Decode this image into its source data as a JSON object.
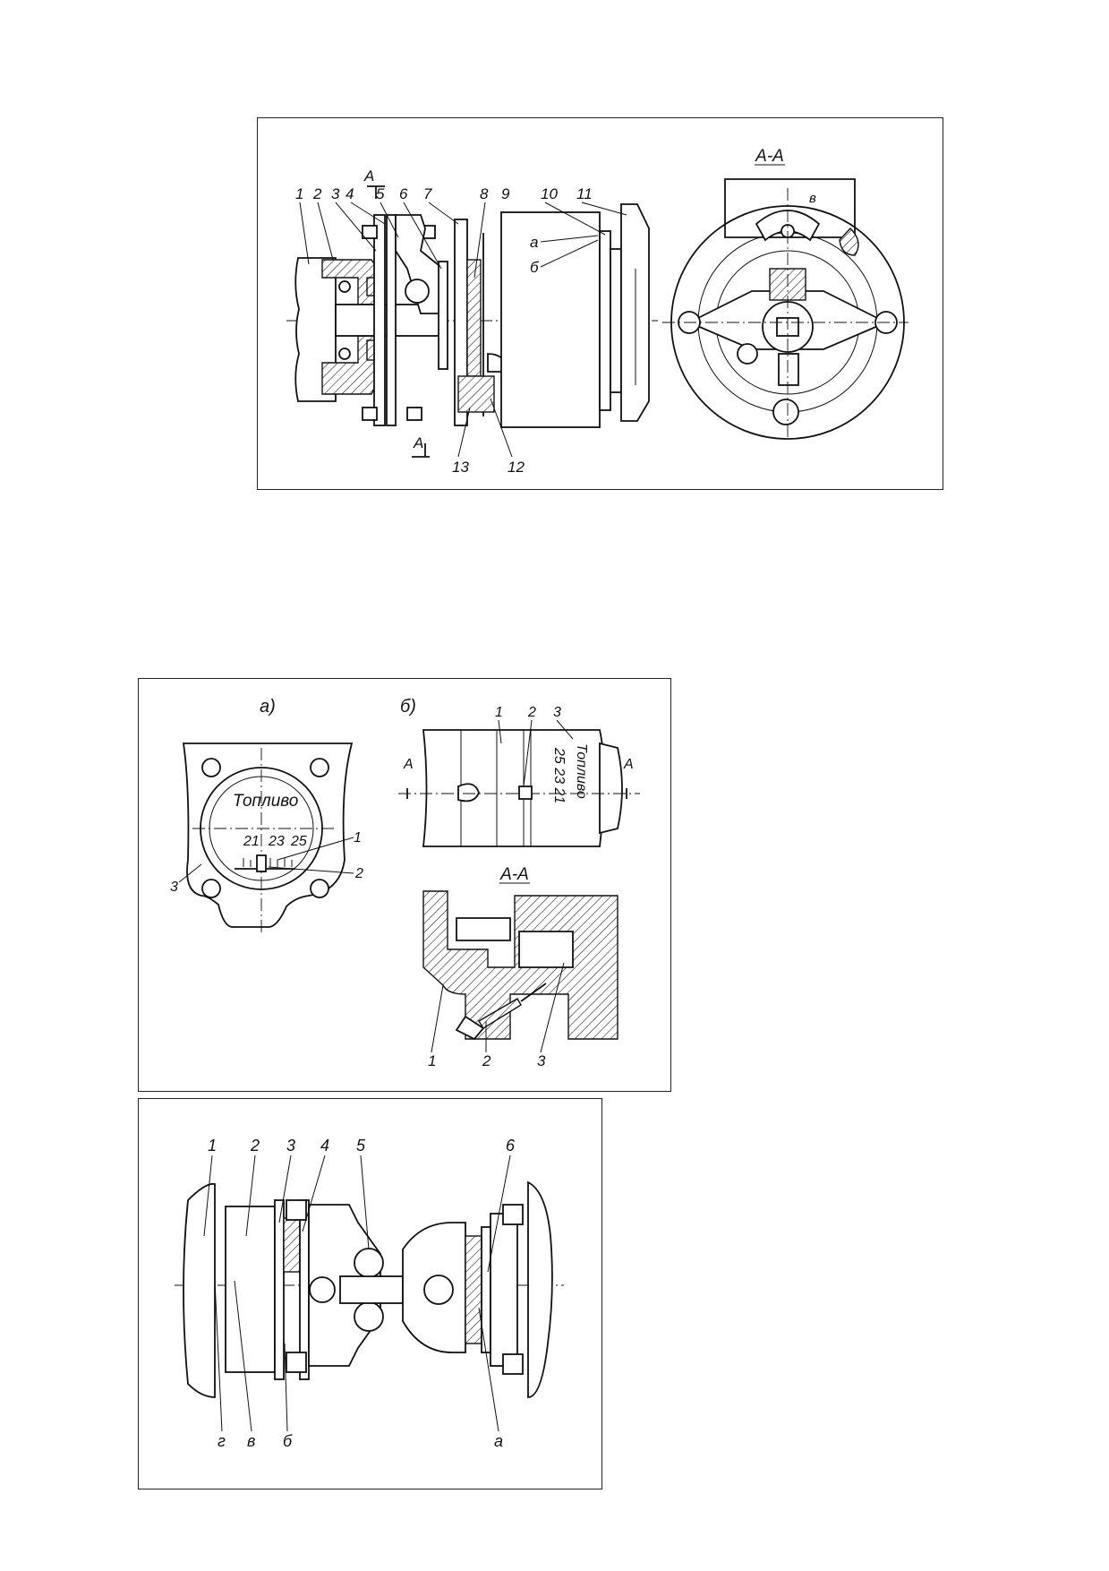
{
  "figure1": {
    "section_title": "А-А",
    "cut_marker": "А",
    "part_labels": [
      "1",
      "2",
      "3",
      "4",
      "5",
      "6",
      "7",
      "8",
      "9",
      "10",
      "11",
      "12",
      "13"
    ],
    "letter_labels": [
      "а",
      "б",
      "в"
    ]
  },
  "figure2": {
    "subfig_a": "а)",
    "subfig_b": "б)",
    "plate_text": "Топливо",
    "scale_values": [
      "21",
      "23",
      "25"
    ],
    "scale_values_rotated": "25 23 21",
    "section_title": "А-А",
    "cut_marker": "А",
    "labels_a": [
      "1",
      "2",
      "3"
    ],
    "labels_b": [
      "1",
      "2",
      "3"
    ],
    "labels_section": [
      "1",
      "2",
      "3"
    ]
  },
  "figure3": {
    "part_labels": [
      "1",
      "2",
      "3",
      "4",
      "5",
      "6"
    ],
    "letter_labels": [
      "г",
      "в",
      "б",
      "а"
    ]
  }
}
